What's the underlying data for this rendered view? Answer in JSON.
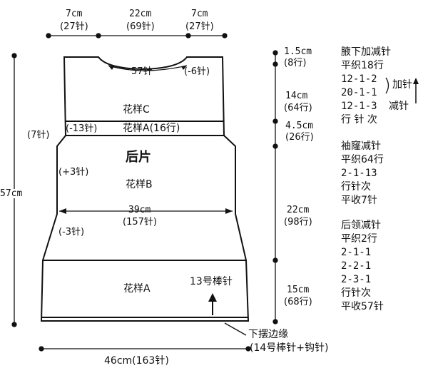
{
  "top_dims": {
    "left_cm": "7cm",
    "left_st": "(27针)",
    "mid_cm": "22cm",
    "mid_st": "(69针)",
    "right_cm": "7cm",
    "right_st": "(27针)"
  },
  "neck": {
    "count": "57针",
    "dec": "(-6针)"
  },
  "garment": {
    "pattern_c": "花样C",
    "band_dec": "(-13针)",
    "band": "花样A(16行)",
    "armhole_side": "(7针)",
    "title": "后片",
    "inc": "(+3针)",
    "pattern_b": "花样B",
    "width_cm": "39cm",
    "width_st": "(157针)",
    "dec": "(-3针)",
    "pattern_a": "花样A",
    "needle": "13号棒针"
  },
  "height": {
    "total": "57cm"
  },
  "right_dims": [
    {
      "cm": "1.5cm",
      "rows": "(8行)"
    },
    {
      "cm": "14cm",
      "rows": "(64行)"
    },
    {
      "cm": "4.5cm",
      "rows": "(26行)"
    },
    {
      "cm": "22cm",
      "rows": "(98行)"
    },
    {
      "cm": "15cm",
      "rows": "(68行)"
    }
  ],
  "notes": {
    "underarm_title": "腋下加减针",
    "underarm_rows": "平织18行",
    "underarm_l1": "12-1-2",
    "underarm_l2": "20-1-1",
    "underarm_l3": "12-1-3",
    "underarm_dec": "减针",
    "underarm_inc": "加针",
    "underarm_end": "行 针 次",
    "armhole_title": "袖窿减针",
    "armhole_rows": "平织64行",
    "armhole_l1": "2-1-13",
    "armhole_l2": "行针次",
    "armhole_end": "平收7针",
    "neck_title": "后领减针",
    "neck_rows": "平织2行",
    "neck_l1": "2-1-1",
    "neck_l2": "2-2-1",
    "neck_l3": "2-3-1",
    "neck_l4": "行针次",
    "neck_end": "平收57针"
  },
  "hem": {
    "label": "下摆边缘",
    "needle": "(14号棒针+钩针)"
  },
  "bottom": {
    "width": "46cm(163针)"
  }
}
